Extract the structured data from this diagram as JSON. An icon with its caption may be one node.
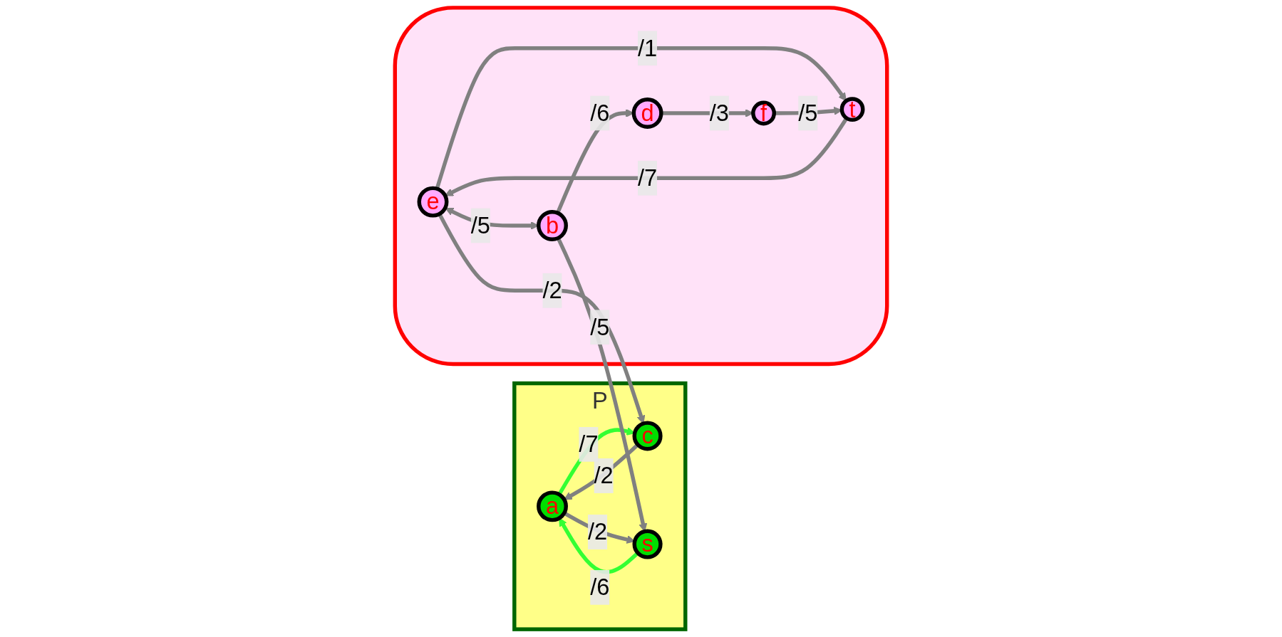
{
  "diagram": {
    "nodes": [
      {
        "text": [
          "P"
        ]
      },
      {
        "text": [
          "a"
        ],
        "in": 0
      },
      {
        "text": [
          "c"
        ],
        "in": 0
      },
      {
        "text": [
          "s"
        ],
        "in": 0
      },
      {
        "text": [],
        "shape": "cloud"
      },
      {
        "text": [
          "e"
        ],
        "in": 4
      },
      {
        "text": [
          "t"
        ],
        "in": 4
      },
      {
        "text": [
          "b"
        ],
        "in": 4
      },
      {
        "text": [
          "d"
        ],
        "in": 4
      },
      {
        "text": [
          "f"
        ],
        "in": 4
      }
    ],
    "edges": [
      {
        "from": 2,
        "to": 1,
        "arrow": "to",
        "label": "/2"
      },
      {
        "from": 1,
        "to": 2,
        "arrow": "to",
        "label": "/7",
        "color": "#33ff33"
      },
      {
        "from": 1,
        "to": 3,
        "arrow": "to",
        "label": "/2"
      },
      {
        "from": 3,
        "to": 1,
        "arrow": "to",
        "label": "/6",
        "color": "#33ff33"
      },
      {
        "from": 5,
        "to": 2,
        "arrow": "to",
        "label": "/2"
      },
      {
        "from": 5,
        "to": 6,
        "arrow": "to",
        "label": "/1"
      },
      {
        "from": 6,
        "to": 5,
        "arrow": "to",
        "label": "/7"
      },
      {
        "from": 5,
        "to": 7,
        "arrow": "both",
        "label": "/5"
      },
      {
        "from": 7,
        "to": 3,
        "arrow": "to",
        "label": "/5"
      },
      {
        "from": 7,
        "to": 8,
        "arrow": "to",
        "label": "/6"
      },
      {
        "from": 8,
        "to": 9,
        "arrow": "to",
        "label": "/3"
      },
      {
        "from": 9,
        "to": 6,
        "arrow": "to",
        "label": "/5"
      }
    ]
  }
}
